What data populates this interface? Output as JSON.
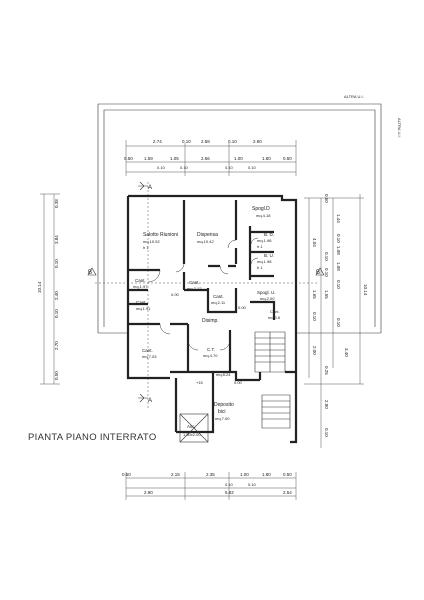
{
  "title": "PIANTA PIANO INTERRATO",
  "labels": {
    "altra_ui_top": "ALTRA U.I.",
    "altra_ui_side": "ALTRA U.I.",
    "section_a": "A",
    "section_b": "B"
  },
  "rooms": {
    "salotto": {
      "name": "Salotto Riunioni",
      "area": "mq.10.52",
      "extra": "h 1"
    },
    "dispensa": {
      "name": "Dispensa",
      "area": "mq.10.42"
    },
    "spogl_d": {
      "name": "Spogl.D",
      "area": "mq.4.18"
    },
    "bd": {
      "name": "B. D.",
      "area": "mq.1.98",
      "extra": "h 1"
    },
    "bu": {
      "name": "B. U.",
      "area": "mq.1.98",
      "extra": "h 1"
    },
    "spogl_u": {
      "name": "Spogl. U.",
      "area": "mq.2.00"
    },
    "cant1": {
      "name": "Cant.",
      "area": "mq.1.97"
    },
    "cant2": {
      "name": "Cant.",
      "area": "mq.1.91"
    },
    "cant3": {
      "name": "Cant.",
      "area": "mq.2.12"
    },
    "cant4": {
      "name": "Cant.",
      "area": "mq.2.11"
    },
    "disimp": {
      "name": "Disimp."
    },
    "cant5": {
      "name": "Cant.",
      "area": "mq.7.03"
    },
    "ct": {
      "name": "C.T.",
      "area": "mq.4.70"
    },
    "cant6": {
      "name": "Cant.",
      "area": "mq.0.6"
    },
    "deposito": {
      "name": "Deposito",
      "name2": "bici",
      "area": "mq.7.00"
    },
    "asc": {
      "name": "Asc.",
      "area": "1.50x2.00"
    }
  },
  "heights": {
    "h1": "0.00",
    "h2": "0.00",
    "h3": "0.00",
    "h4": "+15",
    "h5": "mq.8.24"
  },
  "top_dims": {
    "row1": [
      "2.74",
      "0.10",
      "2.58",
      "0.10",
      "2.90"
    ],
    "row2": [
      "0.50",
      "1.59",
      "1.05",
      "2.56",
      "1.00",
      "1.80",
      "0.50"
    ],
    "row3": [
      "0.10",
      "0.10",
      "0.10",
      "0.10"
    ]
  },
  "bottom_dims": {
    "row1": [
      "0.50",
      "2.15",
      "2.35",
      "1.00",
      "1.80",
      "0.50"
    ],
    "row2": [
      "0.10",
      "0.10"
    ],
    "row3": [
      "2.90",
      "5.82",
      "2.54"
    ]
  },
  "left_dims": {
    "outer": "10.14",
    "inner": [
      "0.38",
      "3.84",
      "0.10",
      "2.40",
      "0.10",
      "2.70",
      "0.50"
    ]
  },
  "right_dims": {
    "outer": "10.14",
    "col_a": [
      "4.04",
      "1.65",
      "0.10",
      "2.00",
      "3.40"
    ],
    "col_b": [
      "1.44",
      "0.10",
      "1.08",
      "0.10",
      "1.08",
      "0.10",
      "0.10",
      "1.55",
      "0.10"
    ],
    "col_c": [
      "0.50",
      "0.25",
      "2.80",
      "0.10"
    ]
  }
}
